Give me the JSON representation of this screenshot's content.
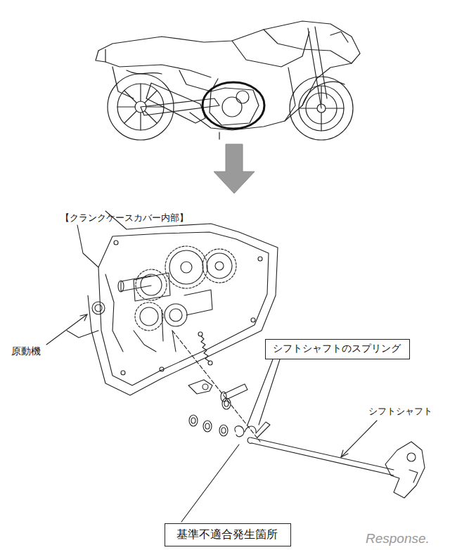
{
  "diagram": {
    "nodes": [
      {
        "text": [
          "シフトシャフトのスプリング"
        ]
      },
      {
        "text": [
          "基準不適合発生箇所"
        ]
      }
    ],
    "labels": [
      "【クランクケースカバー内部】",
      "原動機",
      "シフトシャフト",
      "Response."
    ]
  }
}
